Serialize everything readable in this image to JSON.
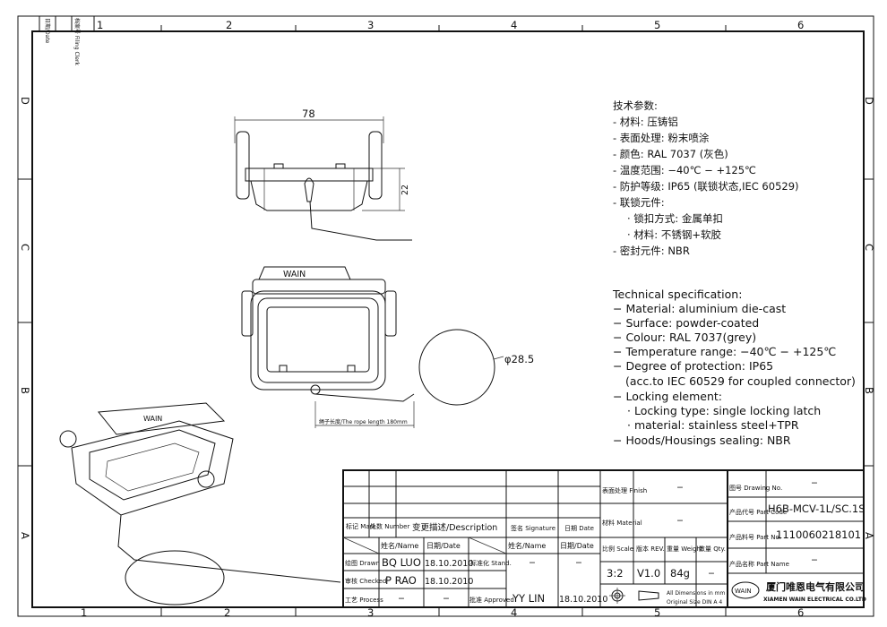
{
  "frame": {
    "columns": [
      "1",
      "2",
      "3",
      "4",
      "5",
      "6"
    ],
    "rows": [
      "D",
      "C",
      "B",
      "A"
    ],
    "corner": {
      "date": "日期/Date",
      "filing": "档案号 Filing Clerk"
    }
  },
  "drawing": {
    "dim_width": "78",
    "dim_height": "22",
    "dim_ring": "φ28.5",
    "rope_note": "绳子长度/The rope length 180mm",
    "logo_text": "WAIN"
  },
  "spec_cn": {
    "title": "技术参数:",
    "lines": [
      "- 材料: 压铸铝",
      "- 表面处理: 粉末喷涂",
      "- 颜色: RAL 7037 (灰色)",
      "- 温度范围: −40℃ − +125℃",
      "- 防护等级: IP65 (联锁状态,IEC 60529)",
      "- 联锁元件:",
      "  · 锁扣方式: 金属单扣",
      "  · 材料: 不锈钢+软胶",
      "- 密封元件: NBR"
    ]
  },
  "spec_en": {
    "title": "Technical specification:",
    "lines": [
      "− Material: aluminium die-cast",
      "− Surface: powder-coated",
      "− Colour: RAL 7037(grey)",
      "− Temperature range: −40℃ − +125℃",
      "− Degree of protection: IP65",
      "  (acc.to IEC 60529 for coupled connector)",
      "− Locking element:",
      "    · Locking type: single locking latch",
      "    · material: stainless steel+TPR",
      "− Hoods/Housings sealing: NBR"
    ]
  },
  "title_block": {
    "mark": "标记 Mark",
    "number": "处数 Number",
    "description": "变更描述/Description",
    "signature": "签名 Signature",
    "date_h": "日期 Date",
    "name_h": "姓名/Name",
    "date_col": "日期/Date",
    "drawn": "绘图 Drawn",
    "drawn_name": "BQ  LUO",
    "drawn_date": "18.10.2010",
    "stand": "标准化 Stand.",
    "stand_name": "−",
    "stand_date": "−",
    "checked": "审核 Checked",
    "checked_name": "P  RAO",
    "checked_date": "18.10.2010",
    "process": "工艺 Process",
    "process_name": "−",
    "process_date": "−",
    "approved": "批准 Approved",
    "approved_name": "YY  LIN",
    "approved_date": "18.10.2010",
    "finish_label": "表面处理 Finish",
    "finish": "−",
    "material_label": "材料 Material",
    "material": "−",
    "scale_label": "比例 Scale",
    "scale": "3:2",
    "rev_label": "版本 REV.",
    "rev": "V1.0",
    "weight_label": "重量 Weight",
    "weight": "84g",
    "qty_label": "数量 Qty.",
    "qty": "−",
    "dims_note1": "All Dimensions in mm",
    "dims_note2": "Original Size DIN A 4",
    "drawing_no_label": "图号 Drawing No.",
    "drawing_no": "−",
    "part_code_label": "产品代号 Part Code",
    "part_code": "H6B-MCV-1L/SC.1S",
    "part_no_label": "产品料号 Part No.",
    "part_no": "1110060218101",
    "part_name_label": "产品名称 Part Name",
    "part_name": "−",
    "company_cn": "厦门唯恩电气有限公司",
    "company_en": "XIAMEN WAIN ELECTRICAL CO.LTD",
    "logo": "WAIN"
  }
}
